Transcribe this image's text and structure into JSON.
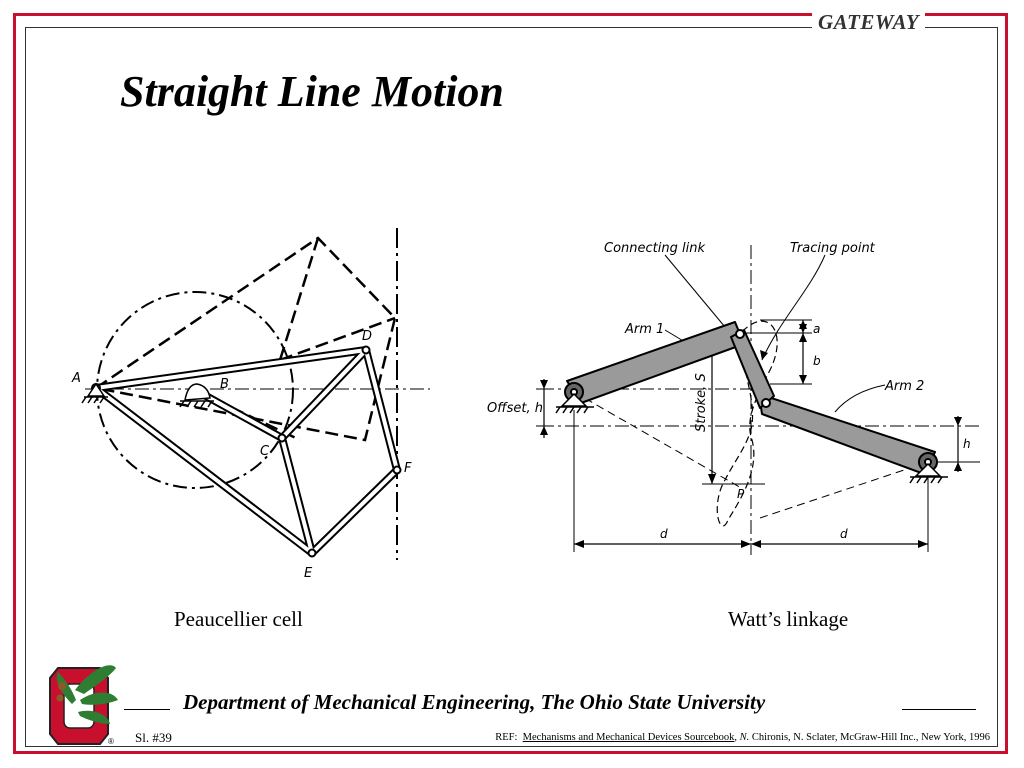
{
  "header": {
    "brand": "GATEWAY",
    "title": "Straight Line Motion"
  },
  "left_diagram": {
    "caption": "Peaucellier cell",
    "points": {
      "a": "A",
      "b": "B",
      "c": "C",
      "d": "D",
      "e": "E",
      "f": "F"
    }
  },
  "right_diagram": {
    "caption": "Watt’s linkage",
    "labels": {
      "connecting_link": "Connecting link",
      "tracing_point": "Tracing point",
      "arm1": "Arm 1",
      "arm2": "Arm 2",
      "offset": "Offset, h",
      "stroke": "Stroke, S",
      "a": "a",
      "b": "b",
      "h": "h",
      "p": "P",
      "d_left": "d",
      "d_right": "d"
    }
  },
  "footer": {
    "department": "Department of Mechanical Engineering, The Ohio State University",
    "slide_number": "Sl. #39",
    "ref_prefix": "REF:",
    "ref_book": "Mechanisms and Mechanical Devices Sourcebook",
    "ref_sep": ",",
    "ref_initial": "N.",
    "ref_rest": "Chironis, N. Sclater, McGraw-Hill Inc., New York, 1996",
    "registered_mark": "®"
  },
  "colors": {
    "frame": "#c8102e",
    "logo_red": "#c8102e",
    "leaf_green": "#2e7d32"
  }
}
